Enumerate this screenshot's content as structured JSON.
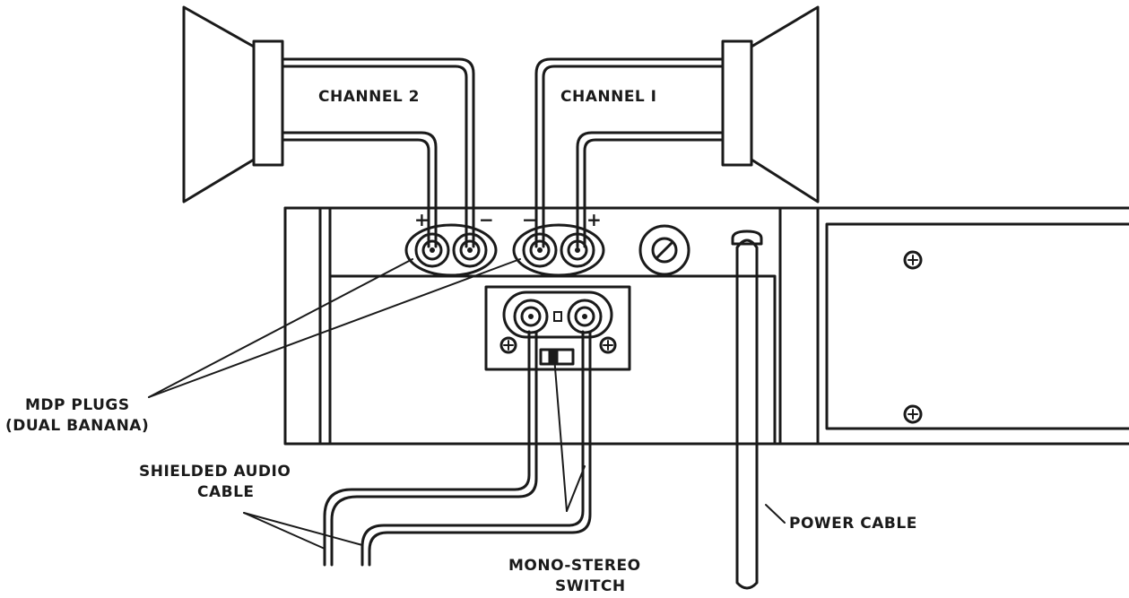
{
  "labels": {
    "channel_2": "CHANNEL 2",
    "channel_1": "CHANNEL I",
    "mdp_plugs_line1": "MDP PLUGS",
    "mdp_plugs_line2": "(DUAL BANANA)",
    "shielded_line1": "SHIELDED AUDIO",
    "shielded_line2": "CABLE",
    "power_cable": "POWER CABLE",
    "mono_line1": "MONO-STEREO",
    "mono_line2": "SWITCH"
  },
  "polarity": {
    "ch2_plus": "+",
    "ch2_minus": "−",
    "ch1_minus": "−",
    "ch1_plus": "+"
  }
}
